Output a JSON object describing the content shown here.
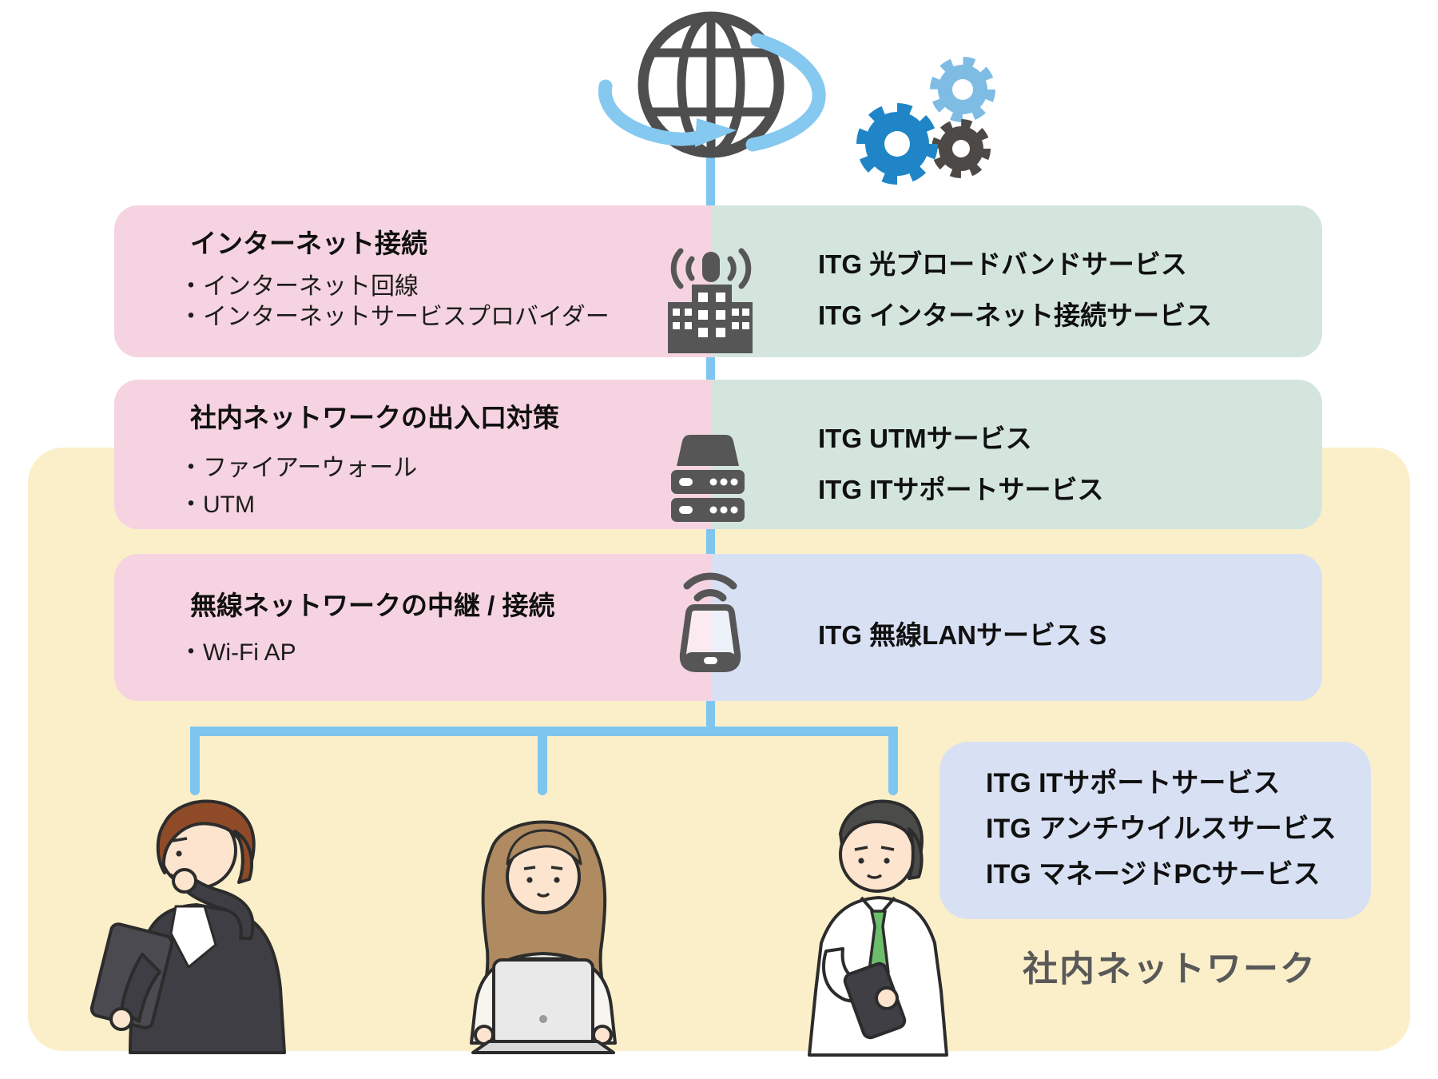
{
  "diagram": {
    "internet": {
      "globe_icon": "globe-internet-icon",
      "gears_icon": "settings-gears-icon"
    },
    "bands": [
      {
        "title": "インターネット接続",
        "bullets": [
          "・インターネット回線",
          "・インターネットサービスプロバイダー"
        ],
        "icon": "office-building-antenna-icon",
        "services": [
          "ITG 光ブロードバンドサービス",
          "ITG インターネット接続サービス"
        ]
      },
      {
        "title": "社内ネットワークの出入口対策",
        "bullets": [
          "・ファイアーウォール",
          "・UTM"
        ],
        "icon": "server-rack-icon",
        "services": [
          "ITG UTMサービス",
          "ITG ITサポートサービス"
        ]
      },
      {
        "title": "無線ネットワークの中継 / 接続",
        "bullets": [
          "・Wi-Fi AP"
        ],
        "icon": "wifi-access-point-icon",
        "services": [
          "ITG 無線LANサービス S"
        ]
      }
    ],
    "office_network": {
      "label": "社内ネットワーク",
      "services": [
        "ITG ITサポートサービス",
        "ITG アンチウイルスサービス",
        "ITG マネージドPCサービス"
      ],
      "people": [
        "man-with-tablet",
        "woman-with-laptop",
        "man-with-smartphone"
      ]
    },
    "colors": {
      "pink": "#F6D3E1",
      "green": "#D3E5DD",
      "periwinkle": "#D8E0F3",
      "yellow": "#FBEFC9",
      "line_blue": "#7EC5F0",
      "icon_gray": "#565656",
      "label_gray": "#595959",
      "gear_blue": "#1F85C6",
      "gear_light_blue": "#7FBCE4",
      "gear_dark": "#4C4946",
      "swoosh_blue": "#85C8F0"
    }
  }
}
